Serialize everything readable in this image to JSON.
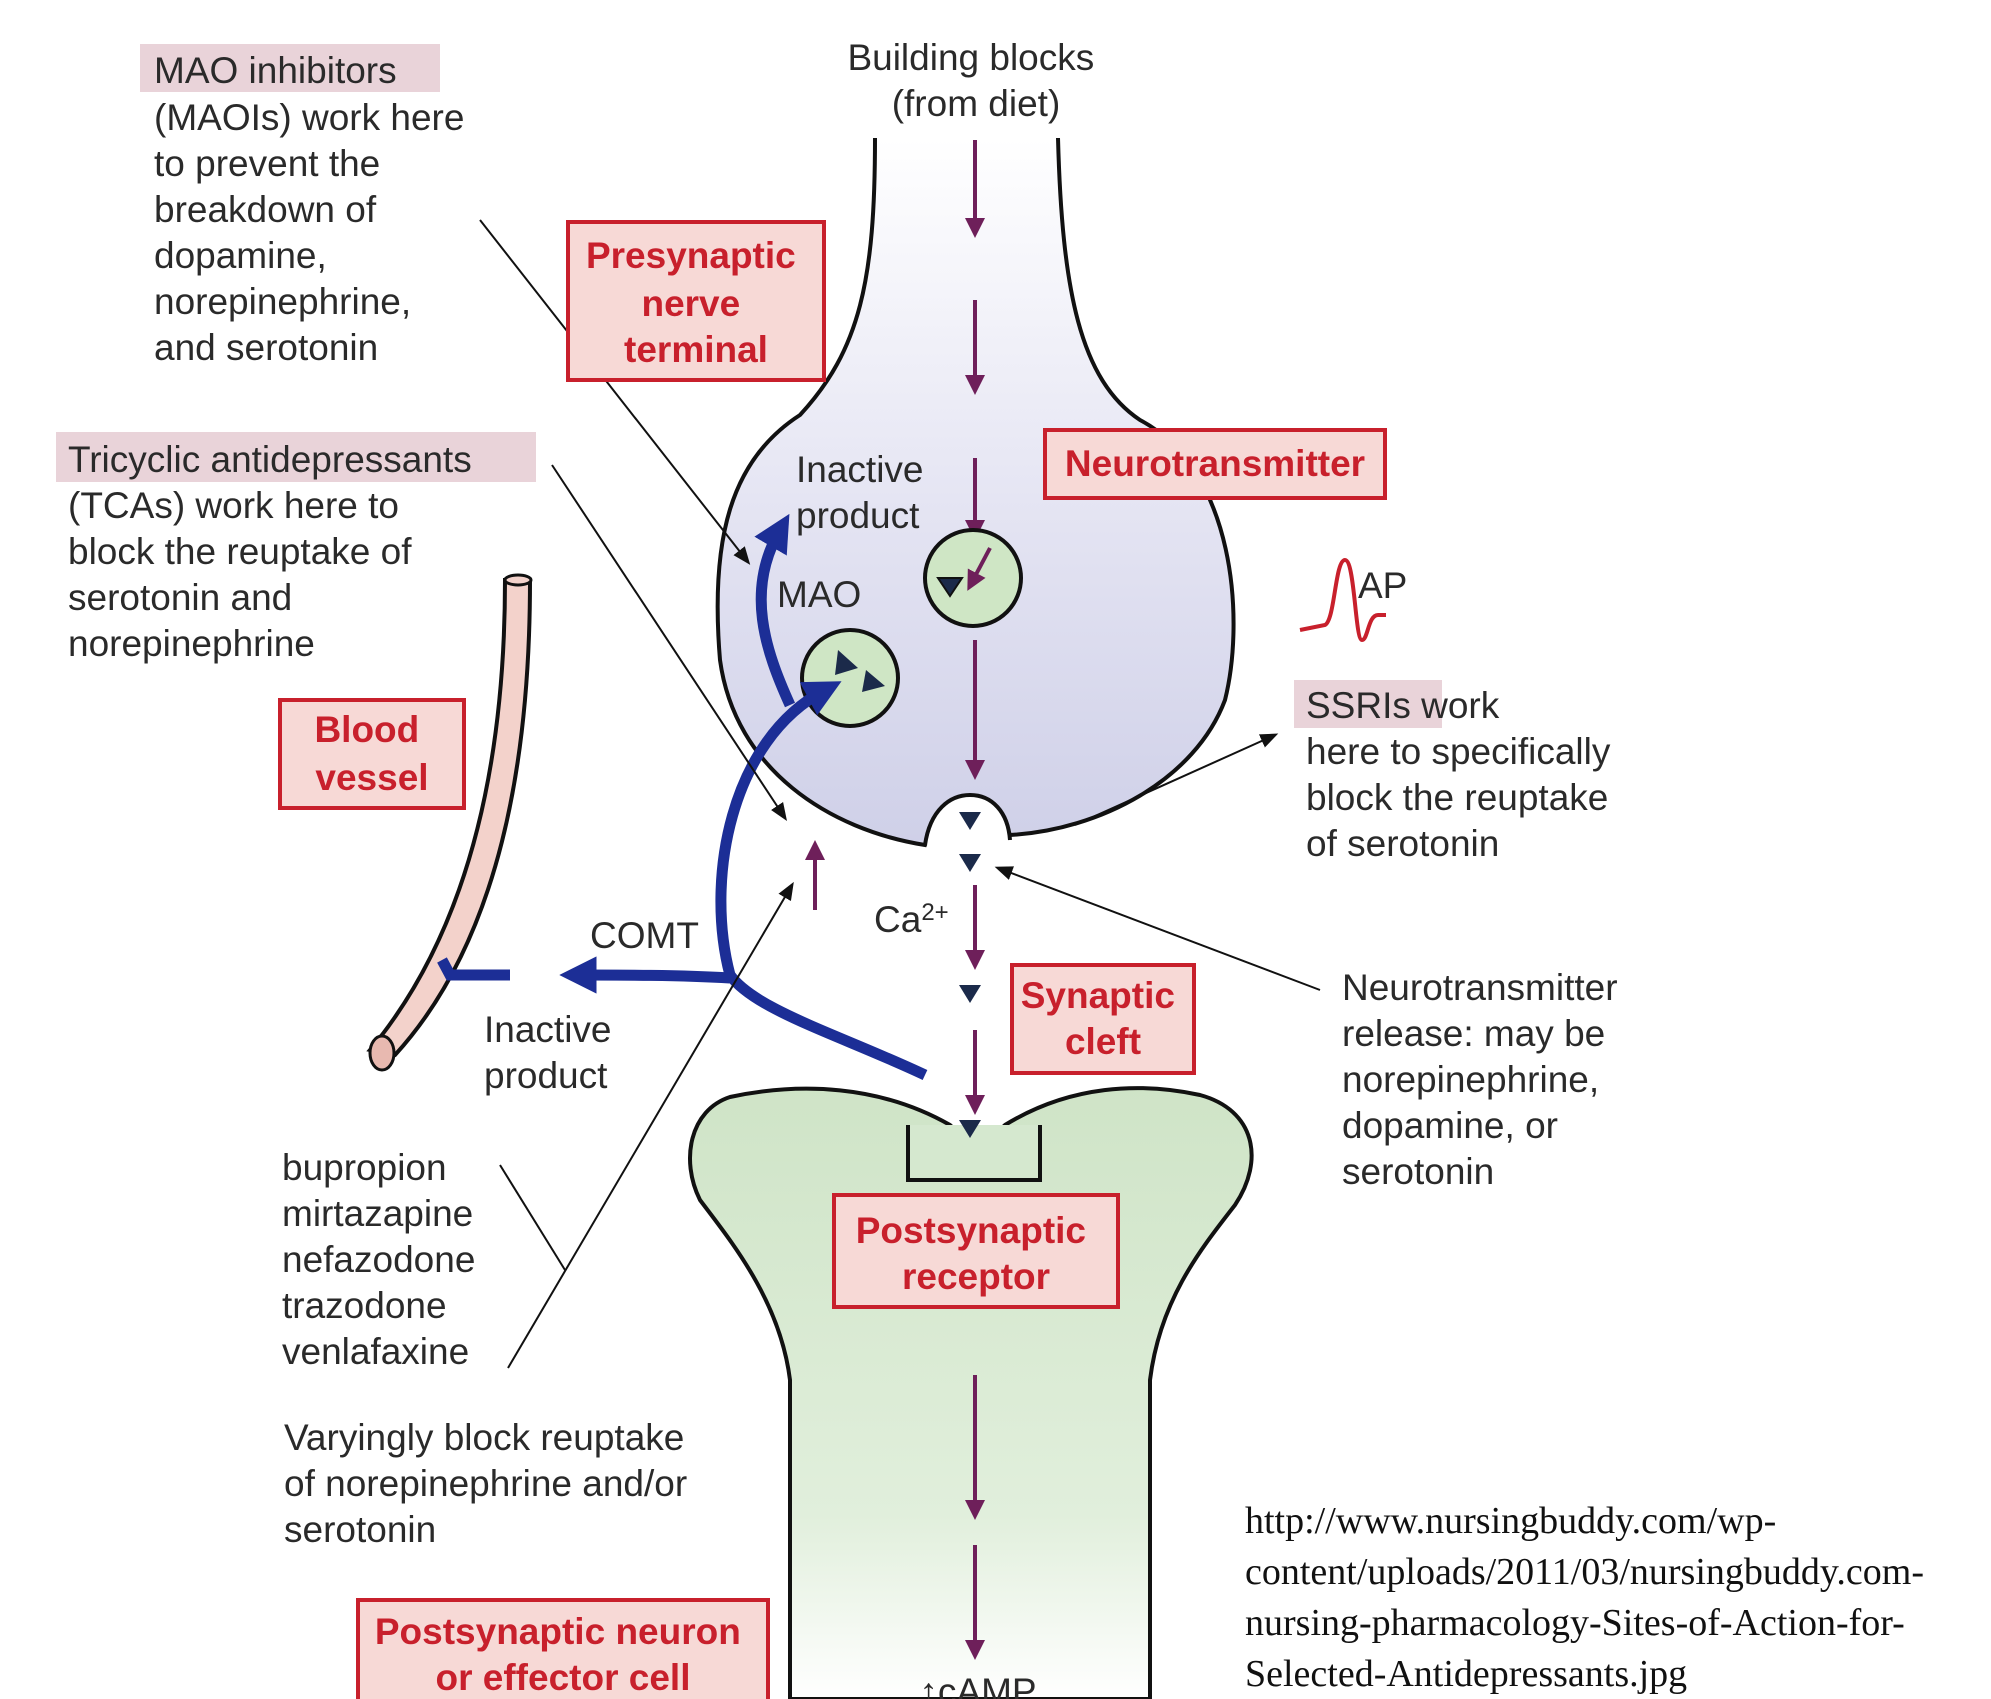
{
  "labels": {
    "building_blocks": [
      "Building blocks",
      "(from diet)"
    ],
    "maoi_header": "MAO inhibitors",
    "maoi_body": [
      "(MAOIs) work here",
      "to prevent the",
      "breakdown of",
      "dopamine,",
      "norepinephrine,",
      "and serotonin"
    ],
    "presynaptic": [
      "Presynaptic",
      "nerve",
      "terminal"
    ],
    "tca_header": "Tricyclic antidepressants",
    "tca_body": [
      "(TCAs) work here to",
      "block the reuptake of",
      "serotonin and",
      "norepinephrine"
    ],
    "inactive_product_top": [
      "Inactive",
      "product"
    ],
    "neurotransmitter": "Neurotransmitter",
    "mao": "MAO",
    "ap": "AP",
    "blood_vessel": [
      "Blood",
      "vessel"
    ],
    "ssri_header": "SSRIs work",
    "ssri_body": [
      "here to specifically",
      "block the reuptake",
      "of serotonin"
    ],
    "comt": "COMT",
    "ca": "Ca",
    "ca_sup": "2+",
    "inactive_product_bottom": [
      "Inactive",
      "product"
    ],
    "synaptic_cleft": [
      "Synaptic",
      "cleft"
    ],
    "release": [
      "Neurotransmitter",
      "release: may be",
      "norepinephrine,",
      "dopamine, or",
      "serotonin"
    ],
    "drug_list": [
      "bupropion",
      "mirtazapine",
      "nefazodone",
      "trazodone",
      "venlafaxine"
    ],
    "postsynaptic_receptor": [
      "Postsynaptic",
      "receptor"
    ],
    "varyingly": [
      "Varyingly block reuptake",
      "of norepinephrine and/or",
      "serotonin"
    ],
    "postsynaptic_neuron": [
      "Postsynaptic neuron",
      "or effector cell"
    ],
    "camp": "↑cAMP",
    "source_url": [
      "http://www.nursingbuddy.com/wp-",
      "content/uploads/2011/03/nursingbuddy.com-",
      "nursing-pharmacology-Sites-of-Action-for-",
      "Selected-Antidepressants.jpg"
    ]
  },
  "colors": {
    "presynaptic_fill": "#d9daee",
    "postsynaptic_fill": "#d5e8cf",
    "label_red": "#c8202c",
    "label_box_fill": "#f7d9d6",
    "highlight": "#e9d3d9",
    "arrow_purple": "#6e1f5a",
    "arrow_blue": "#1c2e96",
    "vesicle_fill": "#cfe6c5",
    "vessel_fill": "#f3d2cb"
  }
}
